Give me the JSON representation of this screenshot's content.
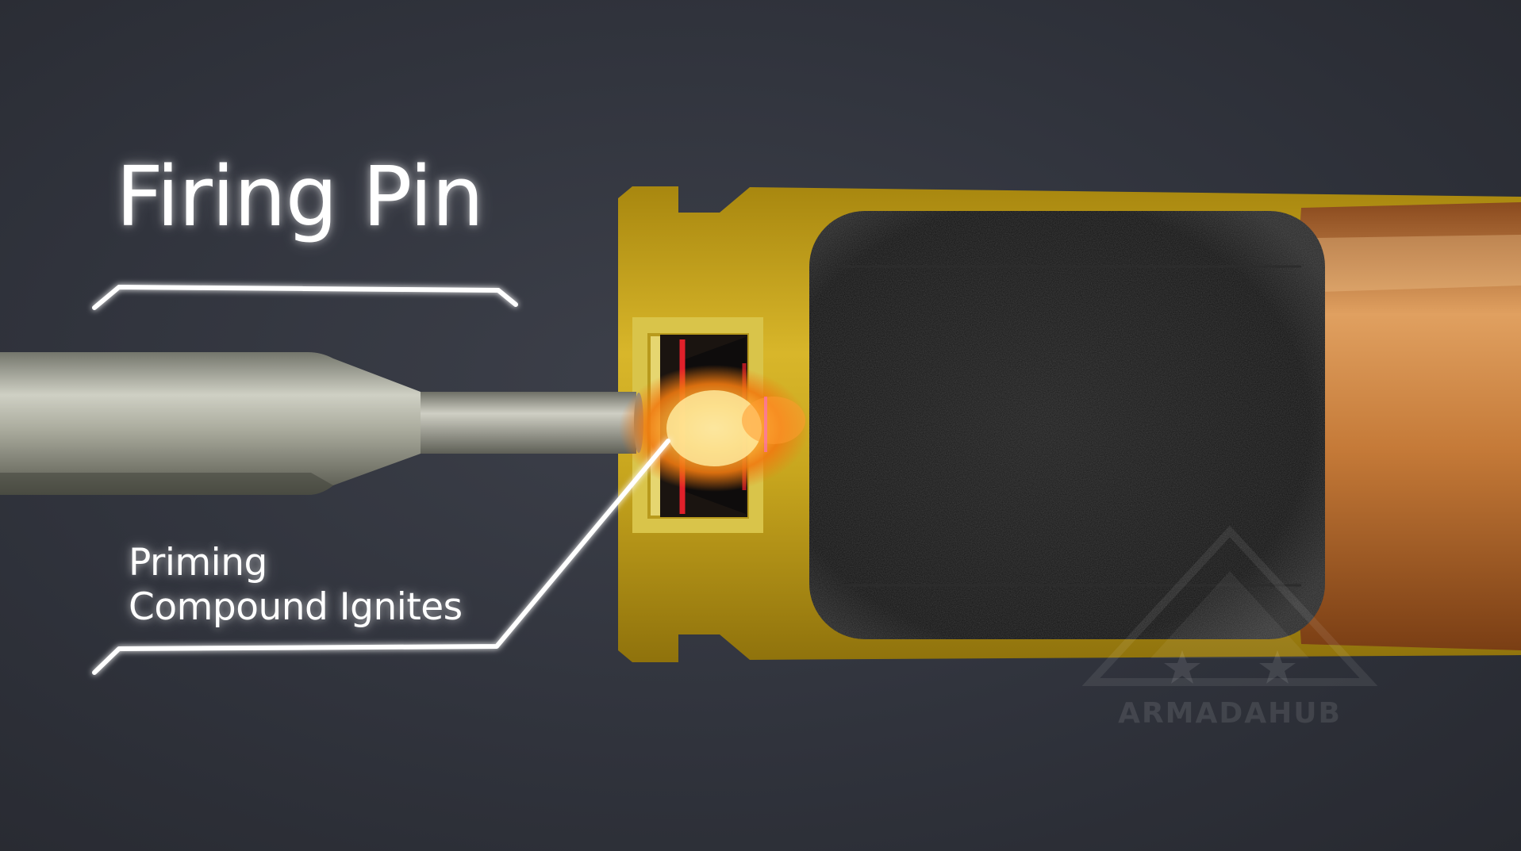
{
  "labels": {
    "firing_pin": "Firing Pin",
    "priming_line1": "Priming",
    "priming_line2": "Compound Ignites"
  },
  "watermark": {
    "text": "ARMADAHUB"
  },
  "colors": {
    "background": "#333640",
    "brass": "#c4a21c",
    "powder": "#161616",
    "copper": "#c07a3a",
    "steel": "#b4b4a6",
    "flame": "#ffb43a",
    "primer_ring": "#e0202a",
    "callout_line": "#ffffff"
  },
  "icons": [
    "armadahub-logo-icon",
    "star-icon"
  ]
}
